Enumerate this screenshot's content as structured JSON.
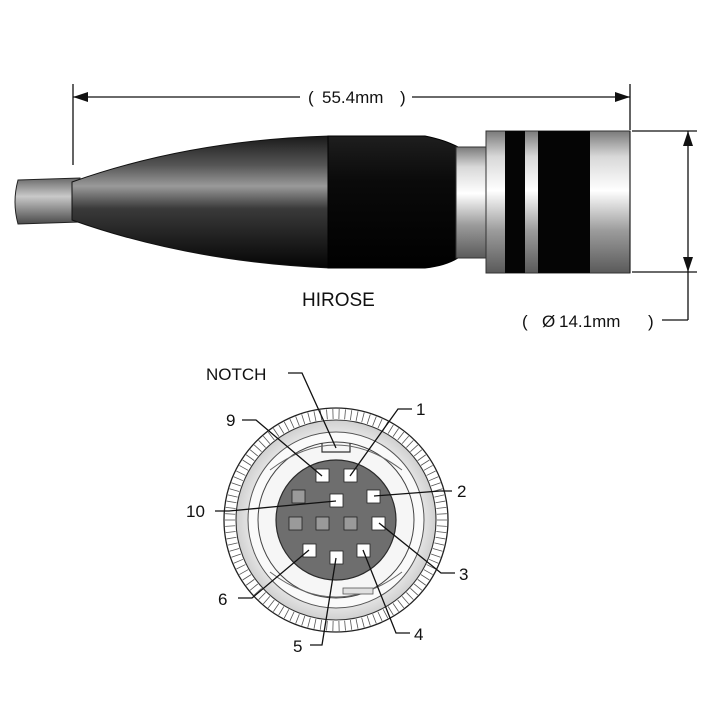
{
  "dimensions": {
    "length": "55.4mm",
    "diameter": "14.1mm",
    "diameter_symbol": "Ø",
    "paren_open": "(",
    "paren_close": ")"
  },
  "brand": "HIROSE",
  "notch_label": "NOTCH",
  "pins": [
    "1",
    "2",
    "3",
    "4",
    "5",
    "6",
    "9",
    "10"
  ],
  "colors": {
    "line": "#111111",
    "connector_dark": "#0d0d0d",
    "metal_light": "#e9e9e9",
    "pin_face": "#6e6e6e",
    "pin_square": "#ffffff",
    "pin_square_grey": "#9a9a9a"
  }
}
